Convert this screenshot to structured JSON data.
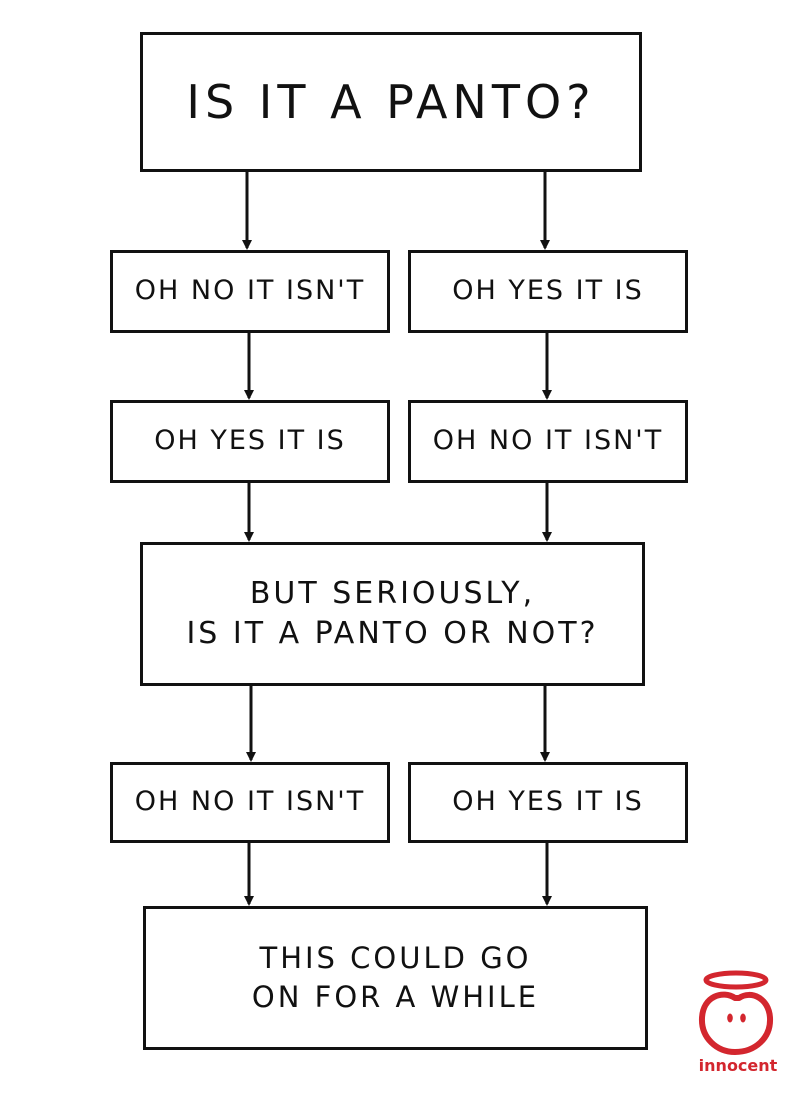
{
  "flowchart": {
    "title": "IS IT A PANTO?",
    "row1": {
      "left": "OH NO IT ISN'T",
      "right": "OH YES IT IS"
    },
    "row2": {
      "left": "OH YES IT IS",
      "right": "OH NO IT ISN'T"
    },
    "question": {
      "line1": "BUT SERIOUSLY,",
      "line2": "IS IT A PANTO OR NOT?"
    },
    "row3": {
      "left": "OH NO IT ISN'T",
      "right": "OH YES IT IS"
    },
    "ending": {
      "line1": "THIS COULD GO",
      "line2": "ON FOR A WHILE"
    }
  },
  "brand": {
    "name": "innocent",
    "color": "#d3262e",
    "icon": "halo-apple-face-icon"
  },
  "colors": {
    "ink": "#111111",
    "background": "#ffffff"
  }
}
